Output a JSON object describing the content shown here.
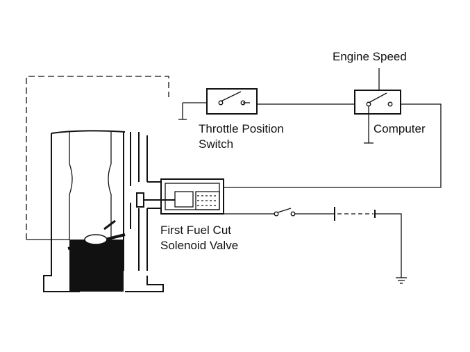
{
  "labels": {
    "engine_speed": "Engine Speed",
    "throttle_line1": "Throttle Position",
    "throttle_line2": "Switch",
    "computer": "Computer",
    "solenoid_line1": "First Fuel Cut",
    "solenoid_line2": "Solenoid Valve"
  },
  "colors": {
    "ink": "#111111",
    "background": "#ffffff"
  }
}
